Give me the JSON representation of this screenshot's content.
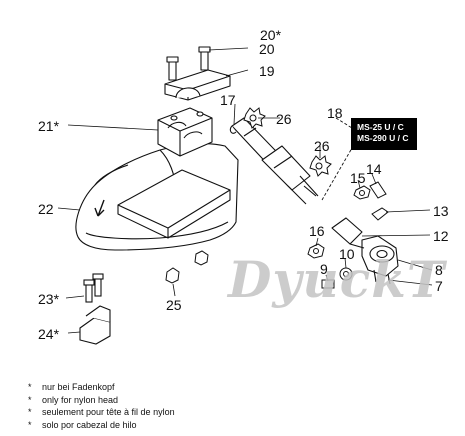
{
  "watermark": "DyuckT",
  "model_box": {
    "line1": "MS-25 U / C",
    "line2": "MS-290 U / C"
  },
  "labels": {
    "p20s": "20*",
    "p20": "20",
    "p19": "19",
    "p18": "18",
    "p17": "17",
    "p26a": "26",
    "p26b": "26",
    "p21s": "21*",
    "p22": "22",
    "p14": "14",
    "p15": "15",
    "p13": "13",
    "p12": "12",
    "p16": "16",
    "p9": "9",
    "p10": "10",
    "p8": "8",
    "p7": "7",
    "p23s": "23*",
    "p24s": "24*",
    "p25": "25"
  },
  "footnotes": [
    {
      "star": "*",
      "text": "nur bei Fadenkopf"
    },
    {
      "star": "*",
      "text": "only for nylon head"
    },
    {
      "star": "*",
      "text": "seulement pour tête à fil de nylon"
    },
    {
      "star": "*",
      "text": "solo por cabezal de hilo"
    }
  ]
}
